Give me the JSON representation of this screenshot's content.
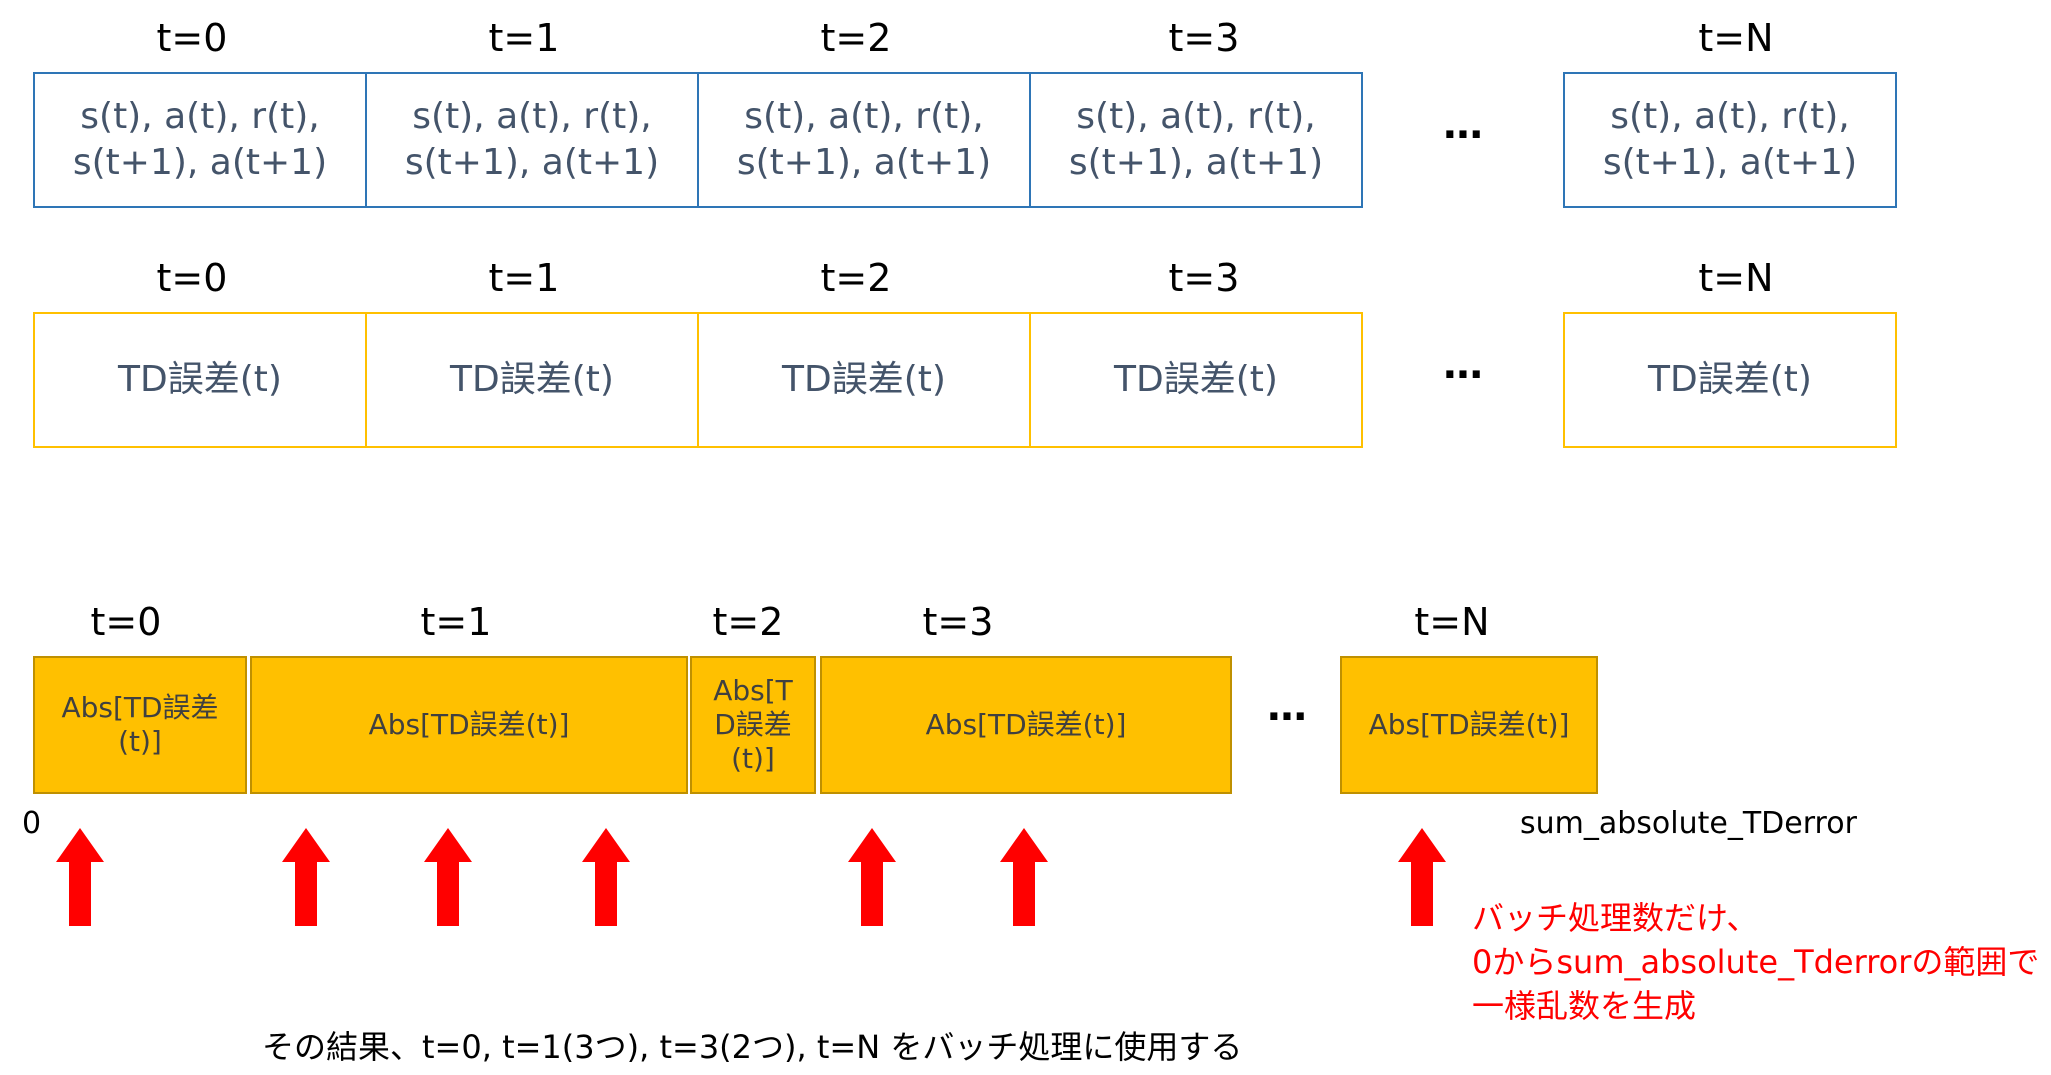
{
  "row1": {
    "labels": [
      "t=0",
      "t=1",
      "t=2",
      "t=3",
      "t=N"
    ],
    "cell_line1": "s(t), a(t), r(t),",
    "cell_line2": "s(t+1), a(t+1)",
    "ellipsis": "···"
  },
  "row2": {
    "labels": [
      "t=0",
      "t=1",
      "t=2",
      "t=3",
      "t=N"
    ],
    "cell_text": "TD誤差(t)",
    "ellipsis": "···"
  },
  "row3": {
    "labels": [
      "t=0",
      "t=1",
      "t=2",
      "t=3",
      "t=N"
    ],
    "cells": [
      [
        "Abs[TD誤差",
        "(t)]"
      ],
      [
        "Abs[TD誤差(t)]"
      ],
      [
        "Abs[T",
        "D誤差",
        "(t)]"
      ],
      [
        "Abs[TD誤差(t)]"
      ],
      [
        "Abs[TD誤差(t)]"
      ]
    ],
    "ellipsis": "···",
    "start_label": "0",
    "end_label": "sum_absolute_TDerror"
  },
  "note": {
    "line1": "バッチ処理数だけ、",
    "line2": "0からsum_absolute_Tderrorの範囲で",
    "line3": "一様乱数を生成"
  },
  "caption": "その結果、t=0, t=1(3つ), t=3(2つ), t=N   をバッチ処理に使用する",
  "colors": {
    "row1_border": "#2e75b6",
    "row2_border": "#ffc000",
    "row3_fill": "#ffc000",
    "arrow": "#ff0000",
    "note": "#ff0000"
  }
}
